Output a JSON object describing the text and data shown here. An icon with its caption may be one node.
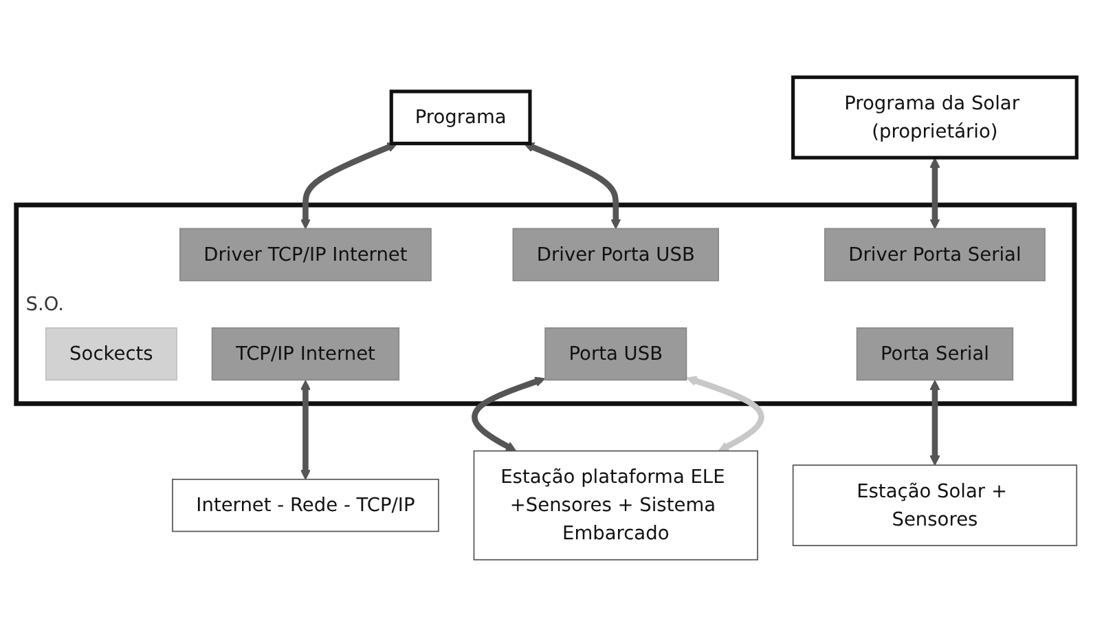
{
  "diagram": {
    "nodes": [
      {
        "text": [
          "Programa"
        ]
      },
      {
        "text": [
          "Programa da Solar (proprietário)"
        ]
      },
      {
        "text": [
          "S.O."
        ]
      },
      {
        "text": [
          "Driver TCP/IP Internet"
        ],
        "in": 2
      },
      {
        "text": [
          "Driver Porta USB"
        ],
        "in": 2
      },
      {
        "text": [
          "Driver Porta Serial"
        ],
        "in": 2
      },
      {
        "text": [
          "Sockects"
        ],
        "in": 2
      },
      {
        "text": [
          "TCP/IP Internet"
        ],
        "in": 2
      },
      {
        "text": [
          "Porta USB"
        ],
        "in": 2
      },
      {
        "text": [
          "Porta Serial"
        ],
        "in": 2
      },
      {
        "text": [
          "Internet - Rede - TCP/IP"
        ]
      },
      {
        "text": [
          "Estação plataforma ELE +Sensores + Sistema Embarcado"
        ]
      },
      {
        "text": [
          "Estação Solar + Sensores"
        ]
      }
    ],
    "edges": [
      {
        "from": 0,
        "to": 3,
        "arrow": "both"
      },
      {
        "from": 0,
        "to": 4,
        "arrow": "both"
      },
      {
        "from": 1,
        "to": 5,
        "arrow": "both"
      },
      {
        "from": 7,
        "to": 10,
        "arrow": "both"
      },
      {
        "from": 8,
        "to": 11,
        "arrow": "both"
      },
      {
        "from": 8,
        "to": 11,
        "arrow": "both",
        "color": "#c8c8c8"
      },
      {
        "from": 9,
        "to": 12,
        "arrow": "both"
      }
    ]
  }
}
